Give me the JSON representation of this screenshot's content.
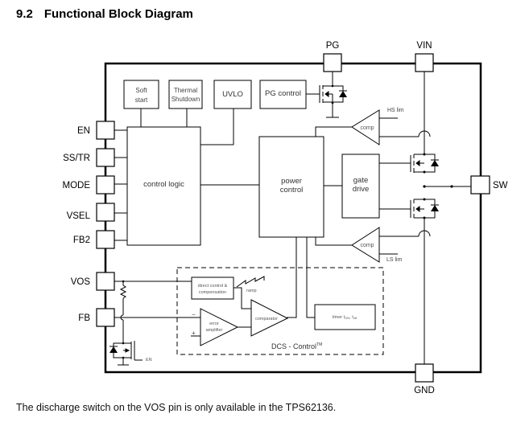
{
  "heading": {
    "number": "9.2",
    "title": "Functional Block Diagram"
  },
  "pins": {
    "pg": "PG",
    "vin": "VIN",
    "sw": "SW",
    "gnd": "GND",
    "en": "EN",
    "ss_tr": "SS/TR",
    "mode": "MODE",
    "vsel": "VSEL",
    "fb2": "FB2",
    "vos": "VOS",
    "fb": "FB"
  },
  "blocks": {
    "soft_start": [
      "Soft",
      "start"
    ],
    "thermal_shutdown": [
      "Thermal",
      "Shutdown"
    ],
    "uvlo": "UVLO",
    "pg_control": "PG control",
    "control_logic": "control logic",
    "power_control": [
      "power",
      "control"
    ],
    "gate_drive": [
      "gate",
      "drive"
    ],
    "comp_hs": "comp",
    "comp_ls": "comp",
    "hs_lim": "HS lim",
    "ls_lim": "LS lim",
    "direct_control": [
      "direct control &",
      "compensation"
    ],
    "ramp": "ramp",
    "comparator": "comparator",
    "error_amplifier": [
      "error",
      "amplifier"
    ],
    "timer": "timer t",
    "timer_sub1": "ON",
    "timer_sub2": "off",
    "dcs_control": "DCS - Control",
    "dcs_tm": "TM",
    "en_bar": "EN",
    "minus": "−",
    "plus": "+"
  },
  "footnote": "The discharge switch on the VOS pin is only available in the TPS62136."
}
